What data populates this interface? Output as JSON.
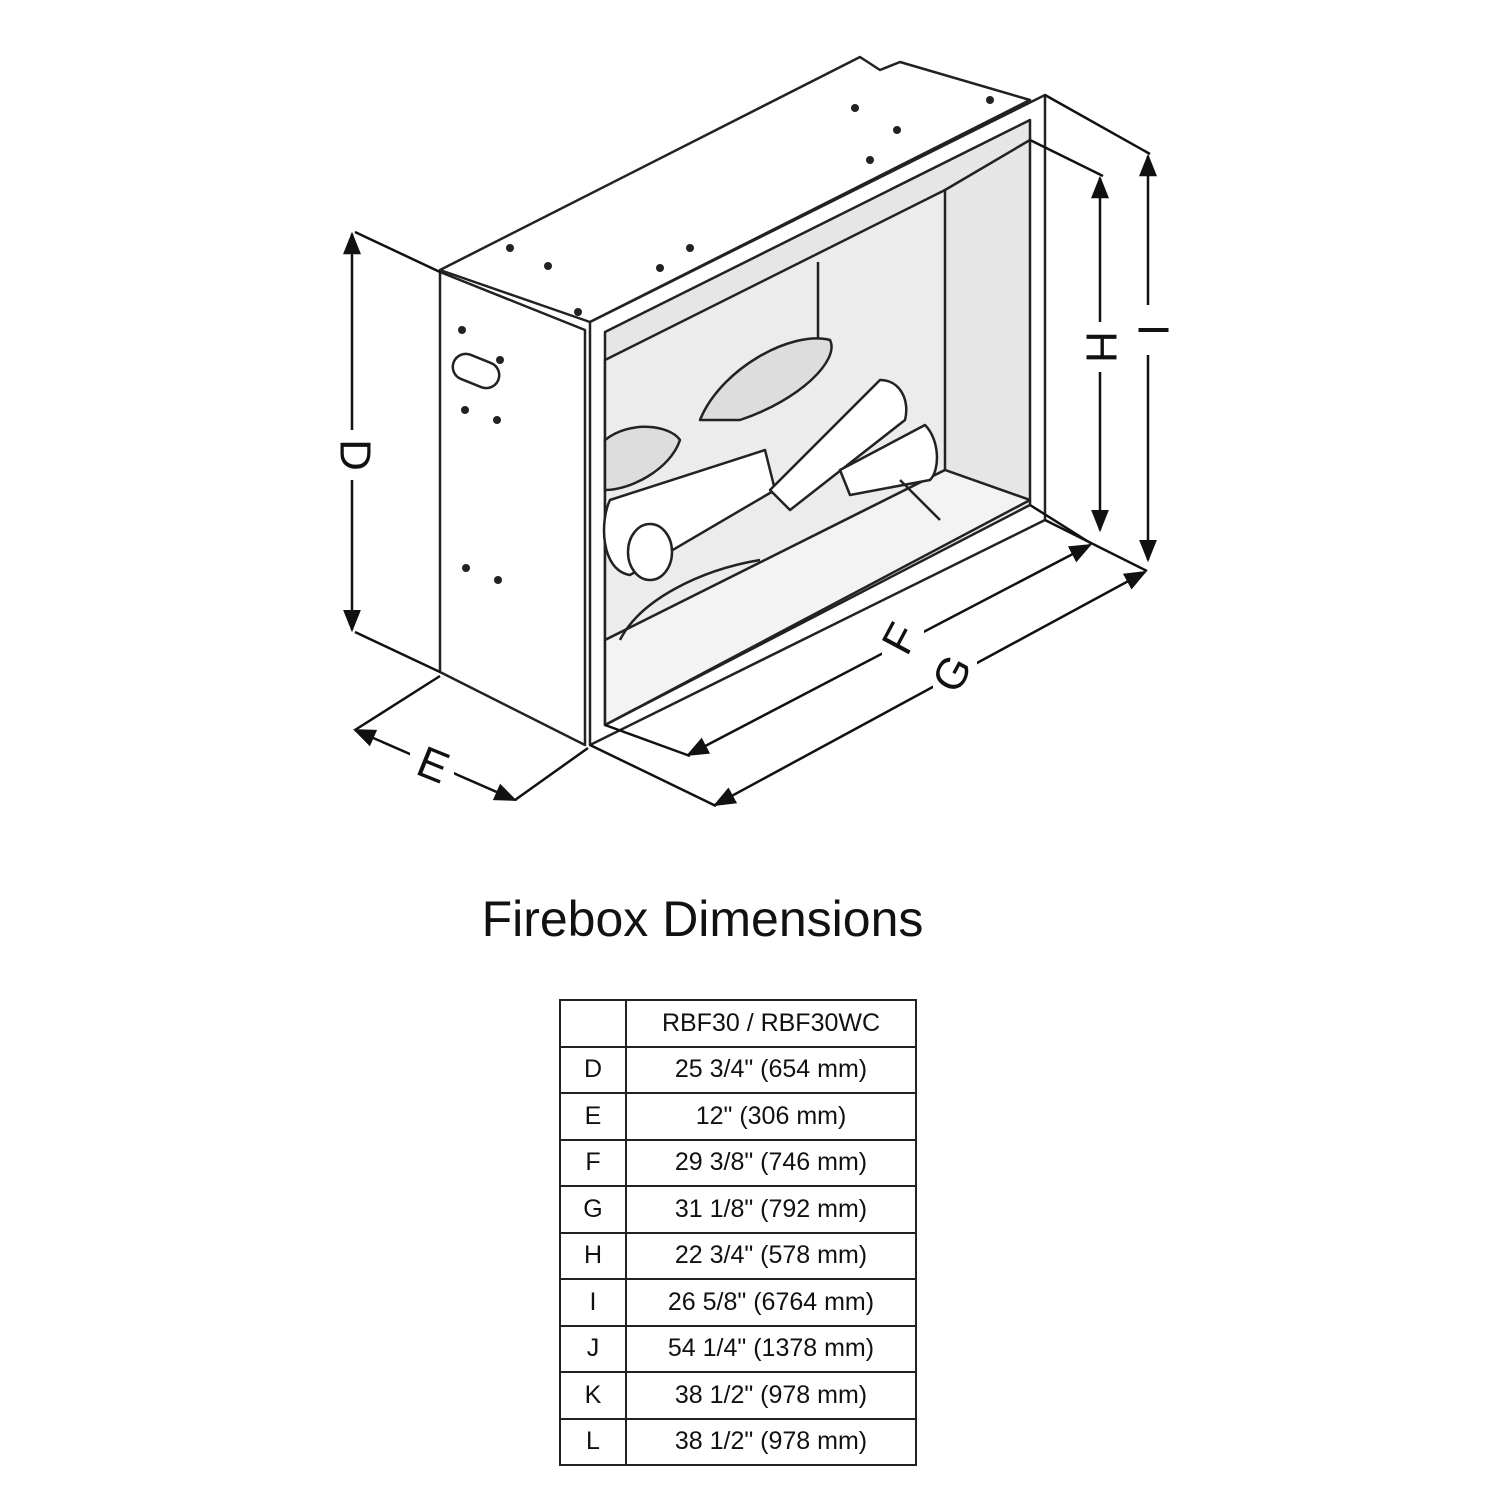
{
  "diagram": {
    "dimension_labels": {
      "D": "D",
      "E": "E",
      "F": "F",
      "G": "G",
      "H": "H",
      "I": "I"
    }
  },
  "title": "Firebox Dimensions",
  "table": {
    "header": [
      "",
      "RBF30 / RBF30WC"
    ],
    "rows": [
      {
        "key": "D",
        "value": "25 3/4\"  (654 mm)"
      },
      {
        "key": "E",
        "value": "12\"  (306 mm)"
      },
      {
        "key": "F",
        "value": "29 3/8\"  (746 mm)"
      },
      {
        "key": "G",
        "value": "31 1/8\"  (792 mm)"
      },
      {
        "key": "H",
        "value": "22 3/4\"  (578 mm)"
      },
      {
        "key": "I",
        "value": "26 5/8\"  (6764 mm)"
      },
      {
        "key": "J",
        "value": "54 1/4\"  (1378 mm)"
      },
      {
        "key": "K",
        "value": "38 1/2\"  (978 mm)"
      },
      {
        "key": "L",
        "value": "38 1/2\"  (978 mm)"
      }
    ]
  }
}
